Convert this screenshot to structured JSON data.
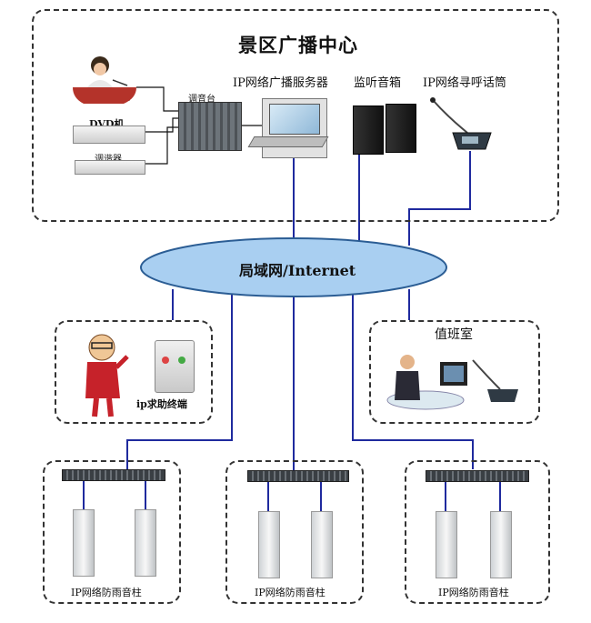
{
  "center": {
    "title": "景区广播中心",
    "server_label": "IP网络广播服务器",
    "speaker_label": "监听音箱",
    "paging_label": "IP网络寻呼话筒",
    "mixer_label": "调音台",
    "mic_label": "话筒",
    "dvd_label": "DVD机",
    "tuner_label": "调谐器"
  },
  "network": {
    "label": "局域网/Internet"
  },
  "help_terminal": {
    "label": "ip求助终端"
  },
  "duty_room": {
    "label": "值班室"
  },
  "columns": [
    {
      "label": "IP网络防雨音柱"
    },
    {
      "label": "IP网络防雨音柱"
    },
    {
      "label": "IP网络防雨音柱"
    }
  ],
  "colors": {
    "ellipse_fill": "#a9cff1",
    "ellipse_stroke": "#2b5d94",
    "link": "#1f2a9e",
    "box_border": "#333333"
  }
}
